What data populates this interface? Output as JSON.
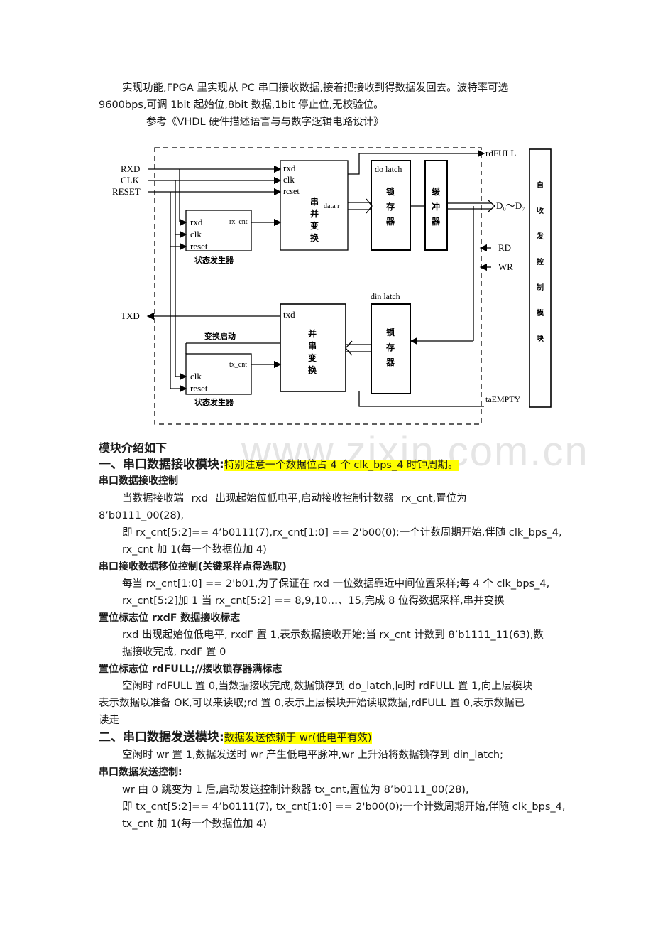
{
  "intro": {
    "line1": "实现功能,FPGA 里实现从 PC 串口接收数据,接着把接收到得数据发回去。波特率可选",
    "line2": "9600bps,可调  1bit 起始位,8bit 数据,1bit 停止位,无校验位。",
    "reference": "参考《VHDL 硬件描述语言与与数字逻辑电路设计》"
  },
  "diagram": {
    "inputs": {
      "rxd": "RXD",
      "clk": "CLK",
      "reset": "RESET",
      "txd": "TXD"
    },
    "outputs": {
      "rdfull": "rdFULL",
      "data": "D₀～D₇",
      "rd": "RD",
      "wr": "WR",
      "taempty": "taEMPTY"
    },
    "rx_state": {
      "rxd": "rxd",
      "clk": "clk",
      "reset": "reset",
      "cnt": "rx_cnt",
      "caption": "状态发生器"
    },
    "sp": {
      "rxd": "rxd",
      "clk": "clk",
      "reset": "rcset",
      "data": "data r",
      "title": [
        "串",
        "并",
        "变",
        "换"
      ]
    },
    "do_latch": {
      "label": "do  latch",
      "title": [
        "锁",
        "存",
        "器"
      ]
    },
    "buffer": {
      "title": [
        "缓",
        "冲",
        "器"
      ]
    },
    "controller": {
      "title": [
        "自",
        "收",
        "发",
        "控",
        "制",
        "模",
        "块"
      ]
    },
    "din_latch": {
      "label": "din  latch",
      "title": [
        "锁",
        "存",
        "器"
      ]
    },
    "ps": {
      "txd": "txd",
      "title": [
        "并",
        "串",
        "变",
        "换"
      ],
      "start": "变换启动"
    },
    "tx_state": {
      "cnt": "tx_cnt",
      "clk": "clk",
      "reset": "reset",
      "caption": "状态发生器"
    }
  },
  "watermark": "www.zixin.com.cn",
  "modules_intro": "模块介绍如下",
  "section1": {
    "heading": "一、串口数据接收模块:",
    "highlight": "特别注意一个数据位占 4 个 clk_bps_4 时钟周期。",
    "sub1": "串口数据接收控制",
    "p1_l1": "当数据接收端 rxd 出现起始位低电平,启动接收控制计数器 rx_cnt,置位为",
    "p1_l2": "8’b0111_00(28),",
    "p1_l3": "即 rx_cnt[5:2]== 4’b0111(7),rx_cnt[1:0] == 2'b00(0);一个计数周期开始,伴随 clk_bps_4,",
    "p1_l4": "rx_cnt 加 1(每一个数据位加 4)",
    "sub2": "串口接收数据移位控制(关键采样点得选取)",
    "p2_l1": "每当 rx_cnt[1:0] == 2'b01,为了保证在 rxd 一位数据靠近中间位置采样;每 4 个 clk_bps_4,",
    "p2_l2": "rx_cnt[5:2]加 1 当 rx_cnt[5:2] == 8,9,10…、15,完成 8 位得数据采样,串并变换",
    "sub3": "置位标志位 rxdF 数据接收标志",
    "p3_l1": "rxd 出现起始位低电平, rxdF 置 1,表示数据接收开始;当 rx_cnt 计数到 8’b1111_11(63),数",
    "p3_l2": "据接收完成, rxdF 置 0",
    "sub4": "置位标志位 rdFULL;//接收锁存器满标志",
    "p4_l1": "空闲时 rdFULL 置 0,当数据接收完成,数据锁存到 do_latch,同时  rdFULL 置 1,向上层模块",
    "p4_l2": "表示数据以准备 OK,可以来读取;rd 置 0,表示上层模块开始读取数据,rdFULL 置 0,表示数据已",
    "p4_l3": "读走"
  },
  "section2": {
    "heading": "二、串口数据发送模块:",
    "highlight": "数据发送依赖于 wr(低电平有效)",
    "p1": "空闲时 wr 置 1,数据发送时 wr 产生低电平脉冲,wr 上升沿将数据锁存到 din_latch;",
    "sub1": "串口数据发送控制:",
    "p2_l1": "wr 由 0 跳变为 1 后,启动发送控制计数器 tx_cnt,置位为 8’b0111_00(28),",
    "p2_l2": "即 tx_cnt[5:2]== 4’b0111(7), tx_cnt[1:0] == 2'b00(0);一个计数周期开始,伴随 clk_bps_4,",
    "p2_l3": "tx_cnt 加 1(每一个数据位加 4)"
  }
}
